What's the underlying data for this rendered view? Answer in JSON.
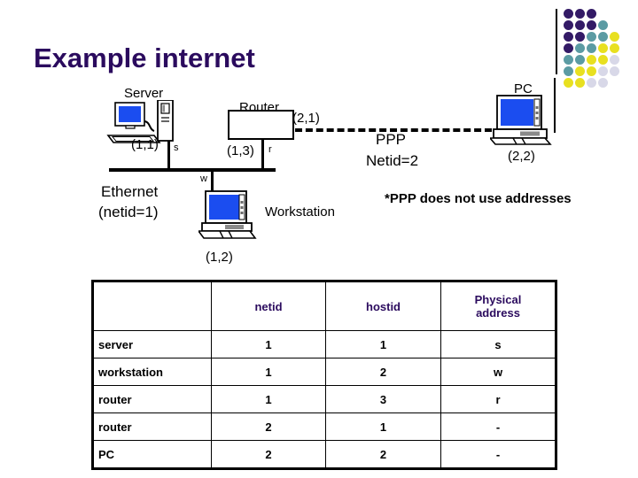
{
  "slide": {
    "title": "Example internet"
  },
  "logo": {
    "name": "decorative-dot-grid",
    "colors": {
      "dark_purple": "#331a66",
      "teal": "#5b9ba3",
      "yellow": "#e8e020",
      "light_gray": "#d8d8e8"
    }
  },
  "diagram": {
    "server": {
      "label": "Server",
      "address": "(1,1)",
      "interface": "s"
    },
    "router": {
      "label": "Router",
      "address_lan": "(1,3)",
      "interface_lan": "r",
      "address_ppp": "(2,1)"
    },
    "workstation": {
      "label": "Workstation",
      "address": "(1,2)",
      "interface": "w"
    },
    "pc": {
      "label": "PC",
      "address": "(2,2)"
    },
    "ethernet": {
      "line1": "Ethernet",
      "line2": "(netid=1)"
    },
    "ppp": {
      "line1": "PPP",
      "line2": "Netid=2"
    },
    "footnote": "*PPP does not use addresses"
  },
  "table": {
    "headers": [
      "",
      "netid",
      "hostid",
      "Physical address"
    ],
    "header_physical_line1": "Physical",
    "header_physical_line2": "address",
    "rows": [
      {
        "device": "server",
        "netid": "1",
        "hostid": "1",
        "physical": "s"
      },
      {
        "device": "workstation",
        "netid": "1",
        "hostid": "2",
        "physical": "w"
      },
      {
        "device": "router",
        "netid": "1",
        "hostid": "3",
        "physical": "r"
      },
      {
        "device": "router",
        "netid": "2",
        "hostid": "1",
        "physical": "-"
      },
      {
        "device": "PC",
        "netid": "2",
        "hostid": "2",
        "physical": "-"
      }
    ]
  }
}
